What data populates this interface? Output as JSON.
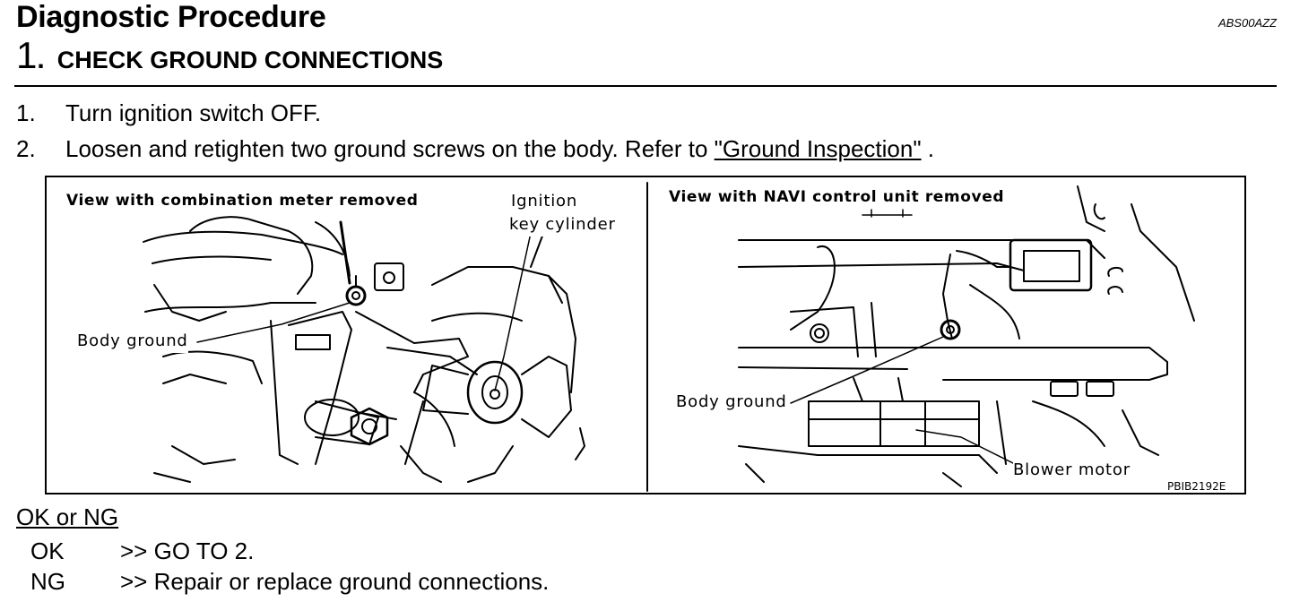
{
  "header": {
    "title": "Diagnostic Procedure",
    "doc_code": "ABS00AZZ"
  },
  "step": {
    "number": "1",
    "number_dot": ".",
    "title": "CHECK GROUND CONNECTIONS"
  },
  "instructions": [
    {
      "num": "1.",
      "text": "Turn ignition switch OFF."
    },
    {
      "num": "2.",
      "text_before": "Loosen and retighten two ground screws on the body. Refer to ",
      "link": "\"Ground Inspection\"",
      "text_after": " ."
    }
  ],
  "figure": {
    "left_caption": "View with combination meter removed",
    "right_caption": "View with NAVI control unit removed",
    "labels": {
      "ignition_line1": "Ignition",
      "ignition_line2": "key cylinder",
      "body_ground_left": "Body ground",
      "body_ground_right": "Body ground",
      "blower_motor": "Blower motor"
    },
    "figure_code": "PBIB2192E"
  },
  "result": {
    "heading": "OK or NG",
    "items": [
      {
        "code": "OK",
        "text": ">> GO TO 2."
      },
      {
        "code": "NG",
        "text": ">> Repair or replace ground connections."
      }
    ]
  }
}
